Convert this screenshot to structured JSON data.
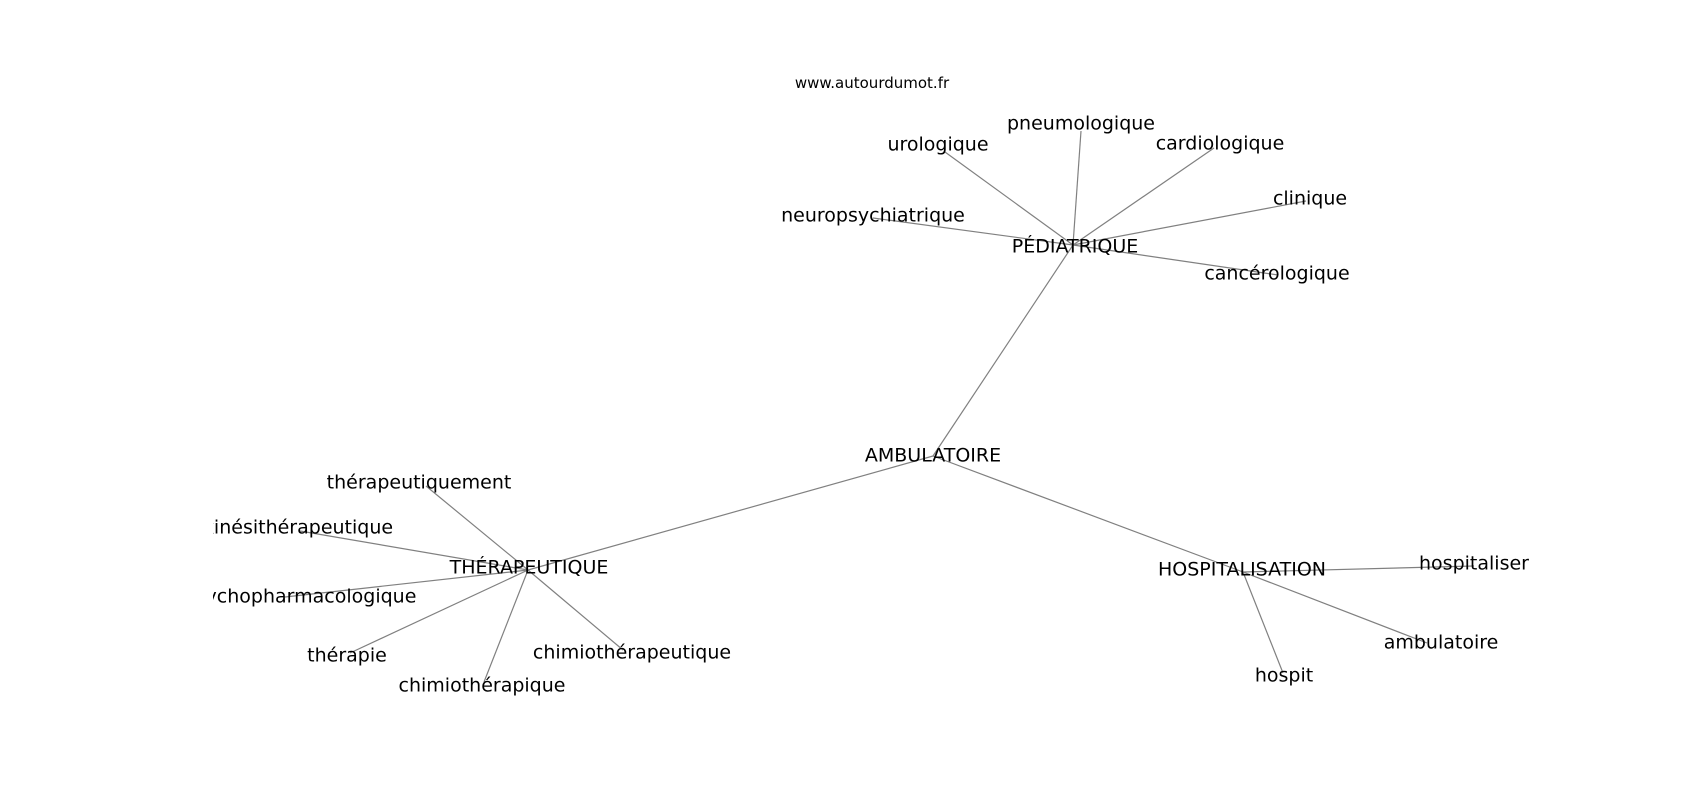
{
  "source_label": "www.autourdumot.fr",
  "colors": {
    "edge": "#808080",
    "text": "#000000",
    "background": "#ffffff"
  },
  "nodes": [
    {
      "id": "ambulatoire_root",
      "label": "AMBULATOIRE"
    },
    {
      "id": "pediatrique",
      "label": "PÉDIATRIQUE"
    },
    {
      "id": "therapeutique",
      "label": "THÉRAPEUTIQUE"
    },
    {
      "id": "hospitalisation",
      "label": "HOSPITALISATION"
    },
    {
      "id": "urologique",
      "label": "urologique"
    },
    {
      "id": "pneumologique",
      "label": "pneumologique"
    },
    {
      "id": "cardiologique",
      "label": "cardiologique"
    },
    {
      "id": "clinique",
      "label": "clinique"
    },
    {
      "id": "neuropsychiatrique",
      "label": "neuropsychiatrique"
    },
    {
      "id": "cancerologique",
      "label": "cancérologique"
    },
    {
      "id": "therapeutiquement",
      "label": "thérapeutiquement"
    },
    {
      "id": "kinesitherapeutique",
      "label": "kinésithérapeutique"
    },
    {
      "id": "psychopharmacologique",
      "label": "psychopharmacologique"
    },
    {
      "id": "therapie",
      "label": "thérapie"
    },
    {
      "id": "chimiotherapique",
      "label": "chimiothérapique"
    },
    {
      "id": "chimiotherapeutique",
      "label": "chimiothérapeutique"
    },
    {
      "id": "hospitaliser",
      "label": "hospitaliser"
    },
    {
      "id": "ambulatoire_leaf",
      "label": "ambulatoire"
    },
    {
      "id": "hospit",
      "label": "hospit"
    }
  ],
  "edges": [
    [
      "ambulatoire_root",
      "pediatrique"
    ],
    [
      "ambulatoire_root",
      "therapeutique"
    ],
    [
      "ambulatoire_root",
      "hospitalisation"
    ],
    [
      "pediatrique",
      "urologique"
    ],
    [
      "pediatrique",
      "pneumologique"
    ],
    [
      "pediatrique",
      "cardiologique"
    ],
    [
      "pediatrique",
      "clinique"
    ],
    [
      "pediatrique",
      "neuropsychiatrique"
    ],
    [
      "pediatrique",
      "cancerologique"
    ],
    [
      "therapeutique",
      "therapeutiquement"
    ],
    [
      "therapeutique",
      "kinesitherapeutique"
    ],
    [
      "therapeutique",
      "psychopharmacologique"
    ],
    [
      "therapeutique",
      "therapie"
    ],
    [
      "therapeutique",
      "chimiotherapique"
    ],
    [
      "therapeutique",
      "chimiotherapeutique"
    ],
    [
      "hospitalisation",
      "hospitaliser"
    ],
    [
      "hospitalisation",
      "ambulatoire_leaf"
    ],
    [
      "hospitalisation",
      "hospit"
    ]
  ]
}
